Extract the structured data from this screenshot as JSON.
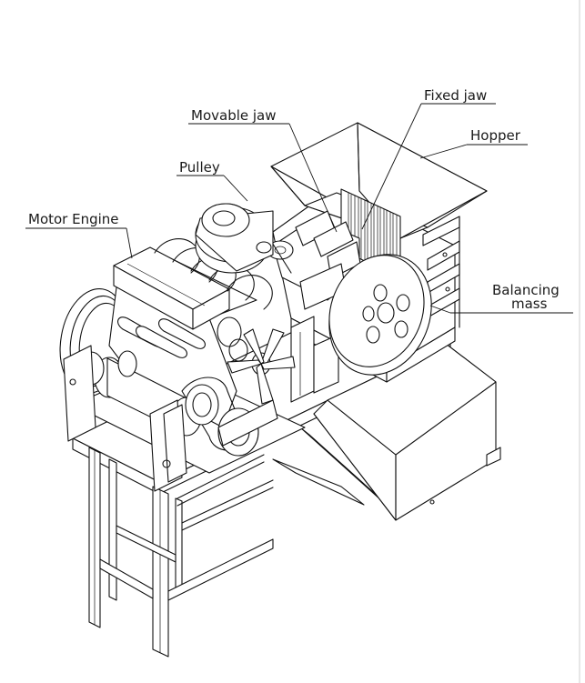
{
  "labels": {
    "fixed_jaw": "Fixed jaw",
    "movable_jaw": "Movable jaw",
    "hopper": "Hopper",
    "pulley": "Pulley",
    "motor_engine": "Motor Engine",
    "balancing_mass_line1": "Balancing",
    "balancing_mass_line2": "mass"
  }
}
